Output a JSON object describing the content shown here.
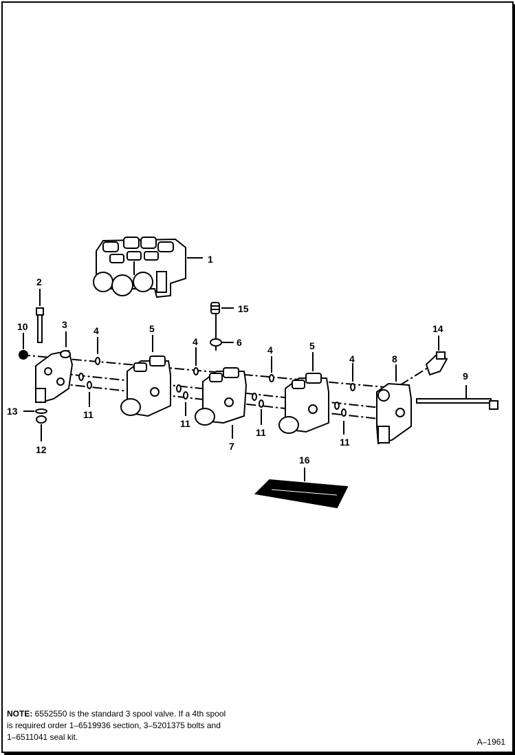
{
  "callouts": {
    "c1": "1",
    "c2": "2",
    "c3": "3",
    "c4a": "4",
    "c4b": "4",
    "c4c": "4",
    "c4d": "4",
    "c5a": "5",
    "c5b": "5",
    "c6": "6",
    "c7": "7",
    "c8": "8",
    "c9": "9",
    "c10": "10",
    "c11a": "11",
    "c11b": "11",
    "c11c": "11",
    "c11d": "11",
    "c12": "12",
    "c13": "13",
    "c14": "14",
    "c15": "15",
    "c16": "16"
  },
  "note": {
    "label": "NOTE:",
    "text": " 6552550 is the standard 3 spool valve. If a 4th spool is required order 1–6519936 section, 3–5201375 bolts and 1–6511041 seal kit."
  },
  "figure_id": "A–1961"
}
